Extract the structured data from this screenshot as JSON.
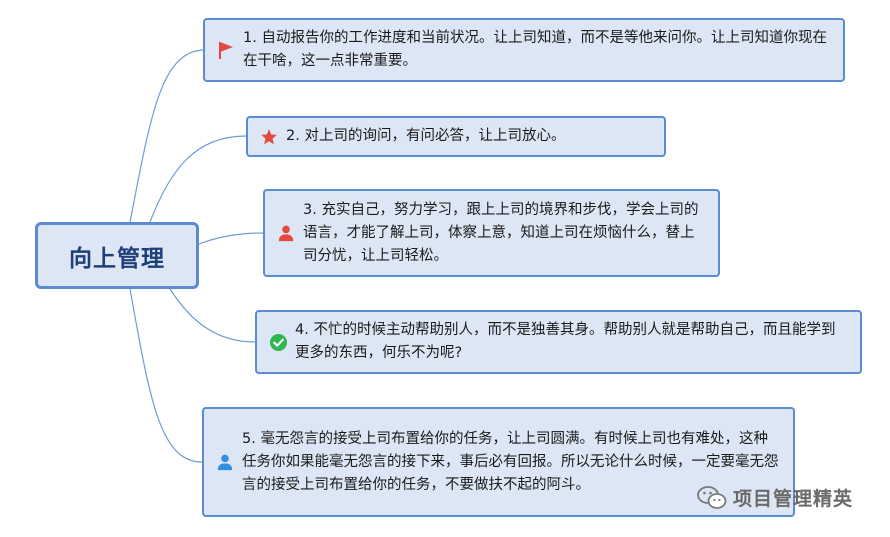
{
  "central": {
    "title": "向上管理"
  },
  "branches": [
    {
      "icon": "red-flag-icon",
      "text": "1.    自动报告你的工作进度和当前状况。让上司知道，而不是等他来问你。让上司知道你现在在干啥，这一点非常重要。"
    },
    {
      "icon": "red-star-icon",
      "text": "2.    对上司的询问，有问必答，让上司放心。"
    },
    {
      "icon": "red-person-icon",
      "text": "3.    充实自己，努力学习，跟上上司的境界和步伐，学会上司的语言，才能了解上司，体察上意，知道上司在烦恼什么，替上司分忧，让上司轻松。"
    },
    {
      "icon": "green-check-icon",
      "text": "4.    不忙的时候主动帮助别人，而不是独善其身。帮助别人就是帮助自己，而且能学到更多的东西，何乐不为呢?"
    },
    {
      "icon": "blue-person-icon",
      "text": "5.    毫无怨言的接受上司布置给你的任务，让上司圆满。有时候上司也有难处，这种任务你如果能毫无怨言的接下来，事后必有回报。所以无论什么时候，一定要毫无怨言的接受上司布置给你的任务，不要做扶不起的阿斗。"
    }
  ],
  "watermark": {
    "label": "项目管理精英"
  },
  "colors": {
    "node_fill": "#dde6f4",
    "node_border": "#5b8bd0",
    "connector": "#6f9bd6",
    "flag": "#e5483f",
    "star": "#e5483f",
    "person_red": "#e5483f",
    "check": "#2eb84f",
    "person_blue": "#2f8fe0"
  }
}
